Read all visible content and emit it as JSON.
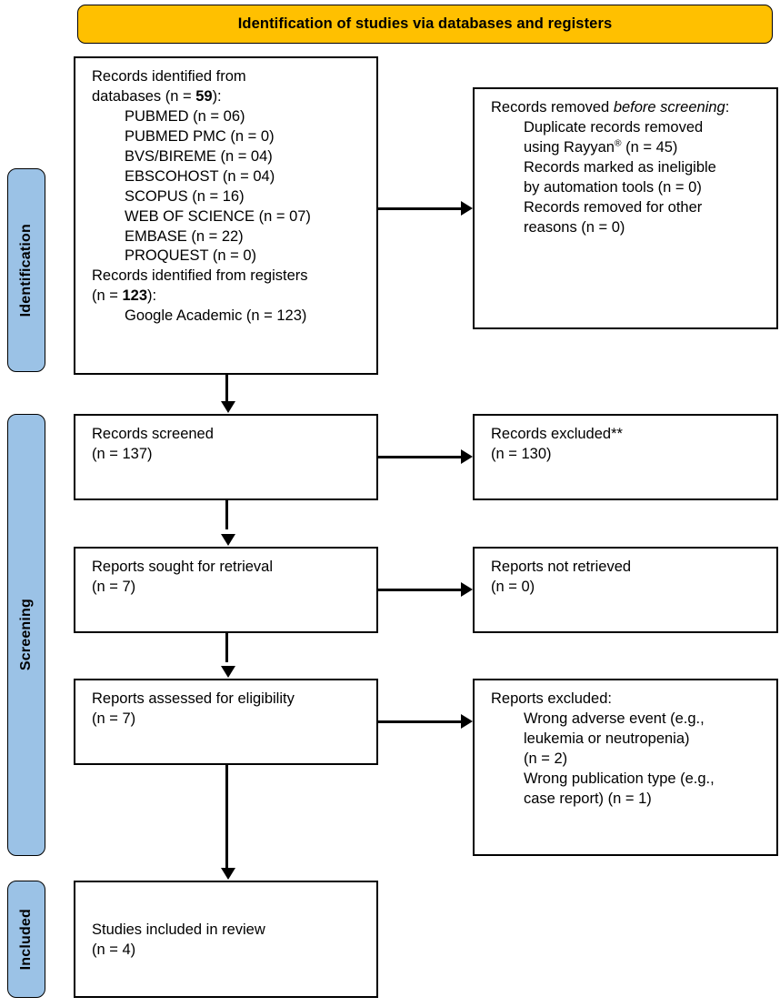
{
  "diagram": {
    "title": "Identification of studies via databases and registers",
    "phases": [
      {
        "id": "identification",
        "label": "Identification"
      },
      {
        "id": "screening",
        "label": "Screening"
      },
      {
        "id": "included",
        "label": "Included"
      }
    ],
    "boxes": {
      "identified": {
        "heading": "Records identified from databases (n = 59):",
        "heading_pre": "Records identified from\ndatabases (n = ",
        "heading_count": "59",
        "heading_post": "):",
        "sources": [
          "PUBMED (n = 06)",
          "PUBMED PMC (n = 0)",
          "BVS/BIREME (n = 04)",
          "EBSCOHOST (n = 04)",
          "SCOPUS (n = 16)",
          "WEB OF SCIENCE (n = 07)",
          "EMBASE (n = 22)",
          "PROQUEST (n = 0)"
        ],
        "registers_pre": "Records identified from registers\n(n = ",
        "registers_count": "123",
        "registers_post": "):",
        "registers": [
          "Google Academic (n = 123)"
        ]
      },
      "removed": {
        "heading_pre": "Records removed ",
        "heading_italic": "before screening",
        "heading_post": ":",
        "items_line1": "Duplicate records removed",
        "items_line2_pre": "using Rayyan",
        "items_line2_sup": "®",
        "items_line2_post": " (n = 45)",
        "items_line3": "Records marked as ineligible",
        "items_line4": "by automation tools (n = 0)",
        "items_line5": "Records removed for other",
        "items_line6": "reasons (n = 0)"
      },
      "screened": {
        "line1": "Records screened",
        "line2": "(n = 137)"
      },
      "excluded": {
        "line1": "Records excluded**",
        "line2": "(n = 130)"
      },
      "sought": {
        "line1": "Reports sought for retrieval",
        "line2": "(n = 7)"
      },
      "notretrieved": {
        "line1": "Reports not retrieved",
        "line2": "(n = 0)"
      },
      "assessed": {
        "line1": "Reports assessed for eligibility",
        "line2": "(n = 7)"
      },
      "repexcluded": {
        "heading": "Reports excluded:",
        "reasons": [
          "Wrong adverse event (e.g.,",
          "leukemia or neutropenia)",
          "(n = 2)",
          "Wrong publication type (e.g.,",
          "case report) (n = 1)"
        ]
      },
      "included": {
        "line1": "Studies included in review",
        "line2": "(n = 4)"
      }
    },
    "colors": {
      "banner": "#FFC000",
      "phase_bar": "#9BC2E6",
      "border": "#000000",
      "box_fill": "#FFFFFF"
    }
  }
}
